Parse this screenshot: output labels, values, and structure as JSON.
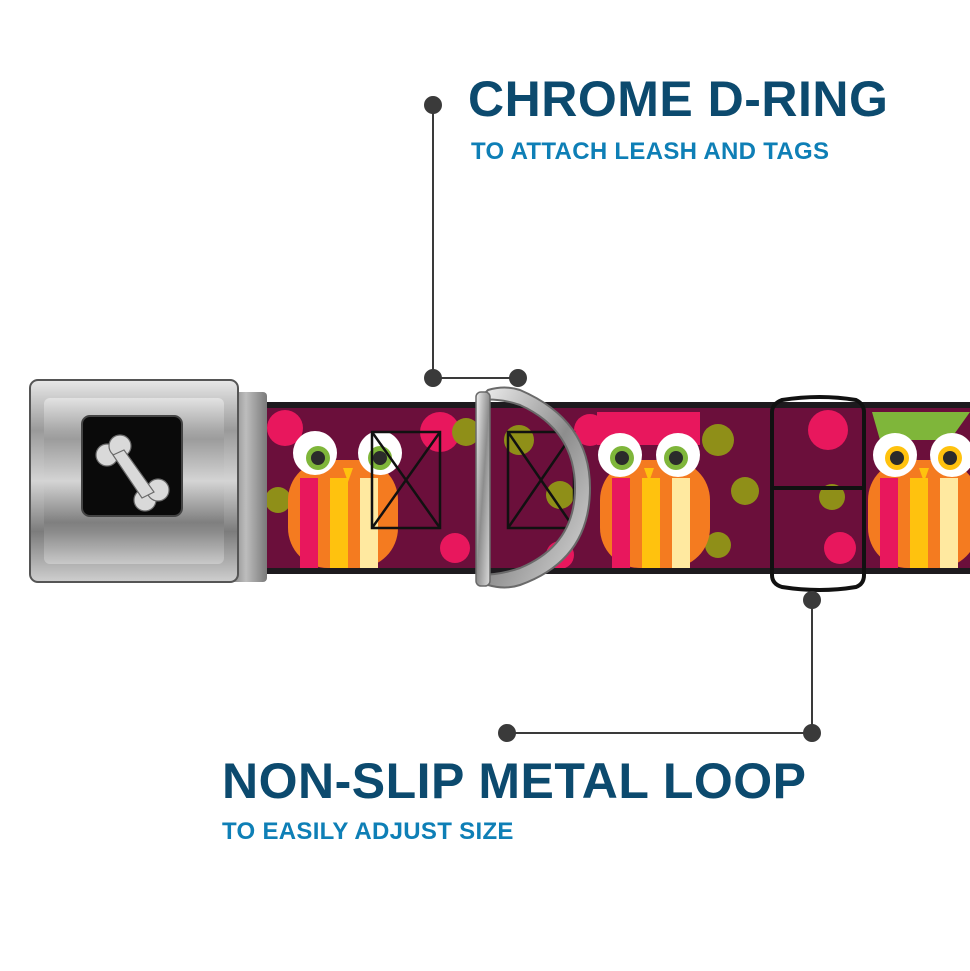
{
  "callouts": {
    "d_ring": {
      "title": "CHROME D-RING",
      "subtitle": "TO ATTACH LEASH AND TAGS"
    },
    "metal_loop": {
      "title": "NON-SLIP METAL LOOP",
      "subtitle": "TO EASILY ADJUST SIZE"
    }
  },
  "product": {
    "buckle_logo_icon": "bone-icon",
    "pattern_icon": "owl-icon"
  },
  "colors": {
    "title": "#0c4a6e",
    "subtitle": "#0e7fb6",
    "strap": "#6b0f3b",
    "accent_pink": "#e8175d",
    "owl_orange": "#f47b20",
    "owl_yellow": "#ffc20e"
  }
}
